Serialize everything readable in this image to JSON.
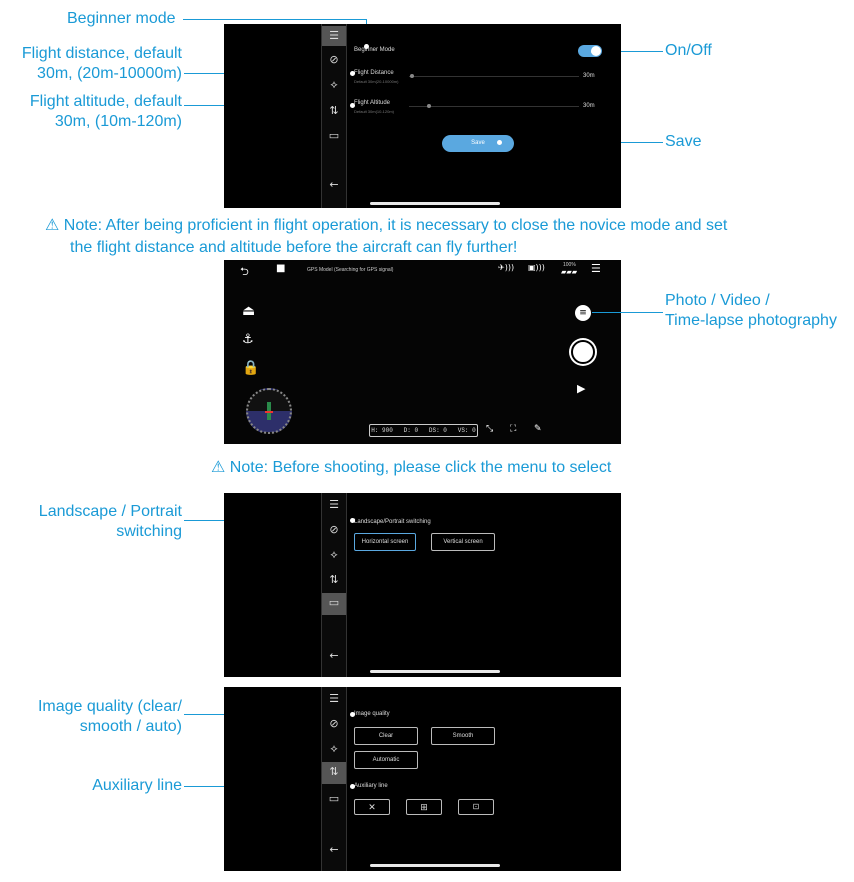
{
  "panel1": {
    "callouts": {
      "beginner_mode": "Beginner mode",
      "flight_distance_l1": "Flight distance, default",
      "flight_distance_l2": "30m, (20m-10000m)",
      "flight_altitude_l1": "Flight altitude, default",
      "flight_altitude_l2": "30m, (10m-120m)",
      "on_off": "On/Off",
      "save": "Save"
    },
    "screen": {
      "beginner_mode_label": "Beginner Mode",
      "flight_distance_label": "Flight Distance",
      "flight_distance_hint": "Default 30m(20-10000m)",
      "flight_distance_value": "30m",
      "flight_altitude_label": "Flight Altitude",
      "flight_altitude_hint": "Default 30m(10-120m)",
      "flight_altitude_value": "30m",
      "save_button": "Save",
      "toggle_on": true
    }
  },
  "note1": {
    "symbol": "⚠",
    "line1": "Note: After being proficient in flight operation, it is necessary to close the novice mode and set",
    "line2": "the flight distance and altitude before the aircraft can fly further!"
  },
  "panel2": {
    "callouts": {
      "photo_video_l1": "Photo / Video /",
      "photo_video_l2": "Time-lapse photography"
    },
    "screen": {
      "gps_status": "GPS Model (Searching for GPS signal)",
      "battery": "100%",
      "telemetry": [
        "H: 900",
        "D: 0",
        "DS: 0",
        "VS: 0"
      ]
    }
  },
  "note2": {
    "symbol": "⚠",
    "text": "Note: Before shooting, please click the menu to select"
  },
  "panel3": {
    "callouts": {
      "landscape_l1": "Landscape / Portrait",
      "landscape_l2": "switching"
    },
    "screen": {
      "section_label": "Landscape/Portrait switching",
      "horizontal_button": "Horizontal screen",
      "vertical_button": "Vertical screen"
    }
  },
  "panel4": {
    "callouts": {
      "image_quality_l1": "Image quality (clear/",
      "image_quality_l2": "smooth / auto)",
      "auxiliary_line": "Auxiliary line"
    },
    "screen": {
      "image_quality_label": "Image quality",
      "clear_button": "Clear",
      "smooth_button": "Smooth",
      "automatic_button": "Automatic",
      "auxiliary_label": "Auxiliary line"
    }
  },
  "colors": {
    "accent": "#1a9ad6",
    "screen_bg": "#000000",
    "toggle": "#5aa8e0"
  }
}
